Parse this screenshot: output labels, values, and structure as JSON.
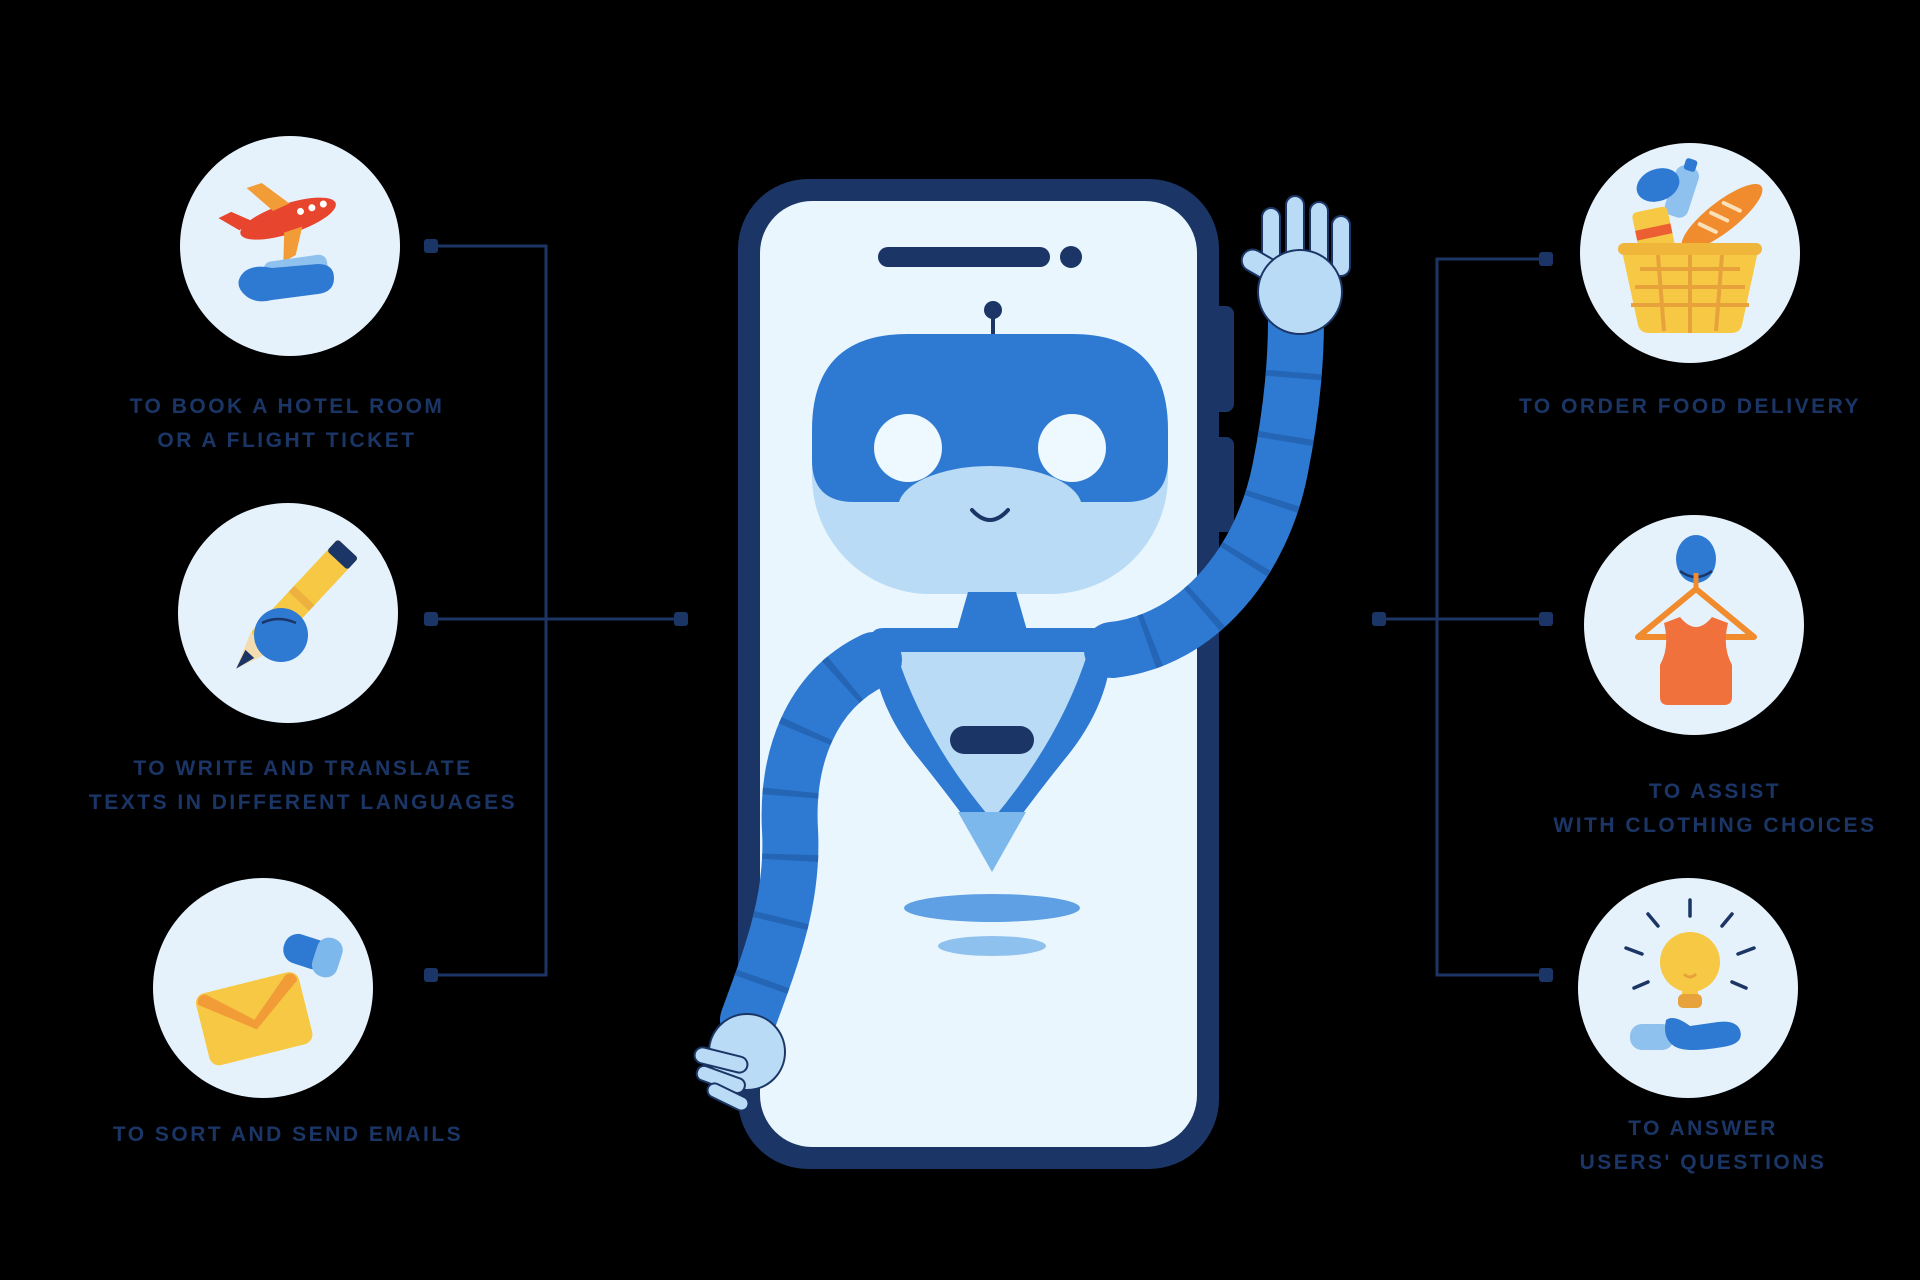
{
  "canvas": {
    "background": "#000000"
  },
  "palette": {
    "navy": "#1b3666",
    "robot_blue": "#2e7ad2",
    "robot_light_blue": "#b9dbf6",
    "screen_blue": "#eaf6fd",
    "icon_circle_bg": "#e6f2fb",
    "orange": "#f0713b",
    "yellow": "#f6c844",
    "red": "#e8452f"
  },
  "scene": {
    "phone": "smartphone",
    "character": "waving-chatbot-robot"
  },
  "features": {
    "left": [
      {
        "icon": "flight-booking-icon",
        "label_lines": [
          "TO BOOK A HOTEL ROOM",
          "OR A FLIGHT TICKET"
        ]
      },
      {
        "icon": "writing-translation-icon",
        "label_lines": [
          "TO WRITE AND TRANSLATE",
          "TEXTS IN DIFFERENT LANGUAGES"
        ]
      },
      {
        "icon": "email-icon",
        "label_lines": [
          "TO SORT AND SEND EMAILS"
        ]
      }
    ],
    "right": [
      {
        "icon": "food-delivery-icon",
        "label_lines": [
          "TO ORDER FOOD DELIVERY"
        ]
      },
      {
        "icon": "clothing-choice-icon",
        "label_lines": [
          "TO ASSIST",
          "WITH CLOTHING CHOICES"
        ]
      },
      {
        "icon": "answer-questions-icon",
        "label_lines": [
          "TO ANSWER",
          "USERS' QUESTIONS"
        ]
      }
    ]
  }
}
